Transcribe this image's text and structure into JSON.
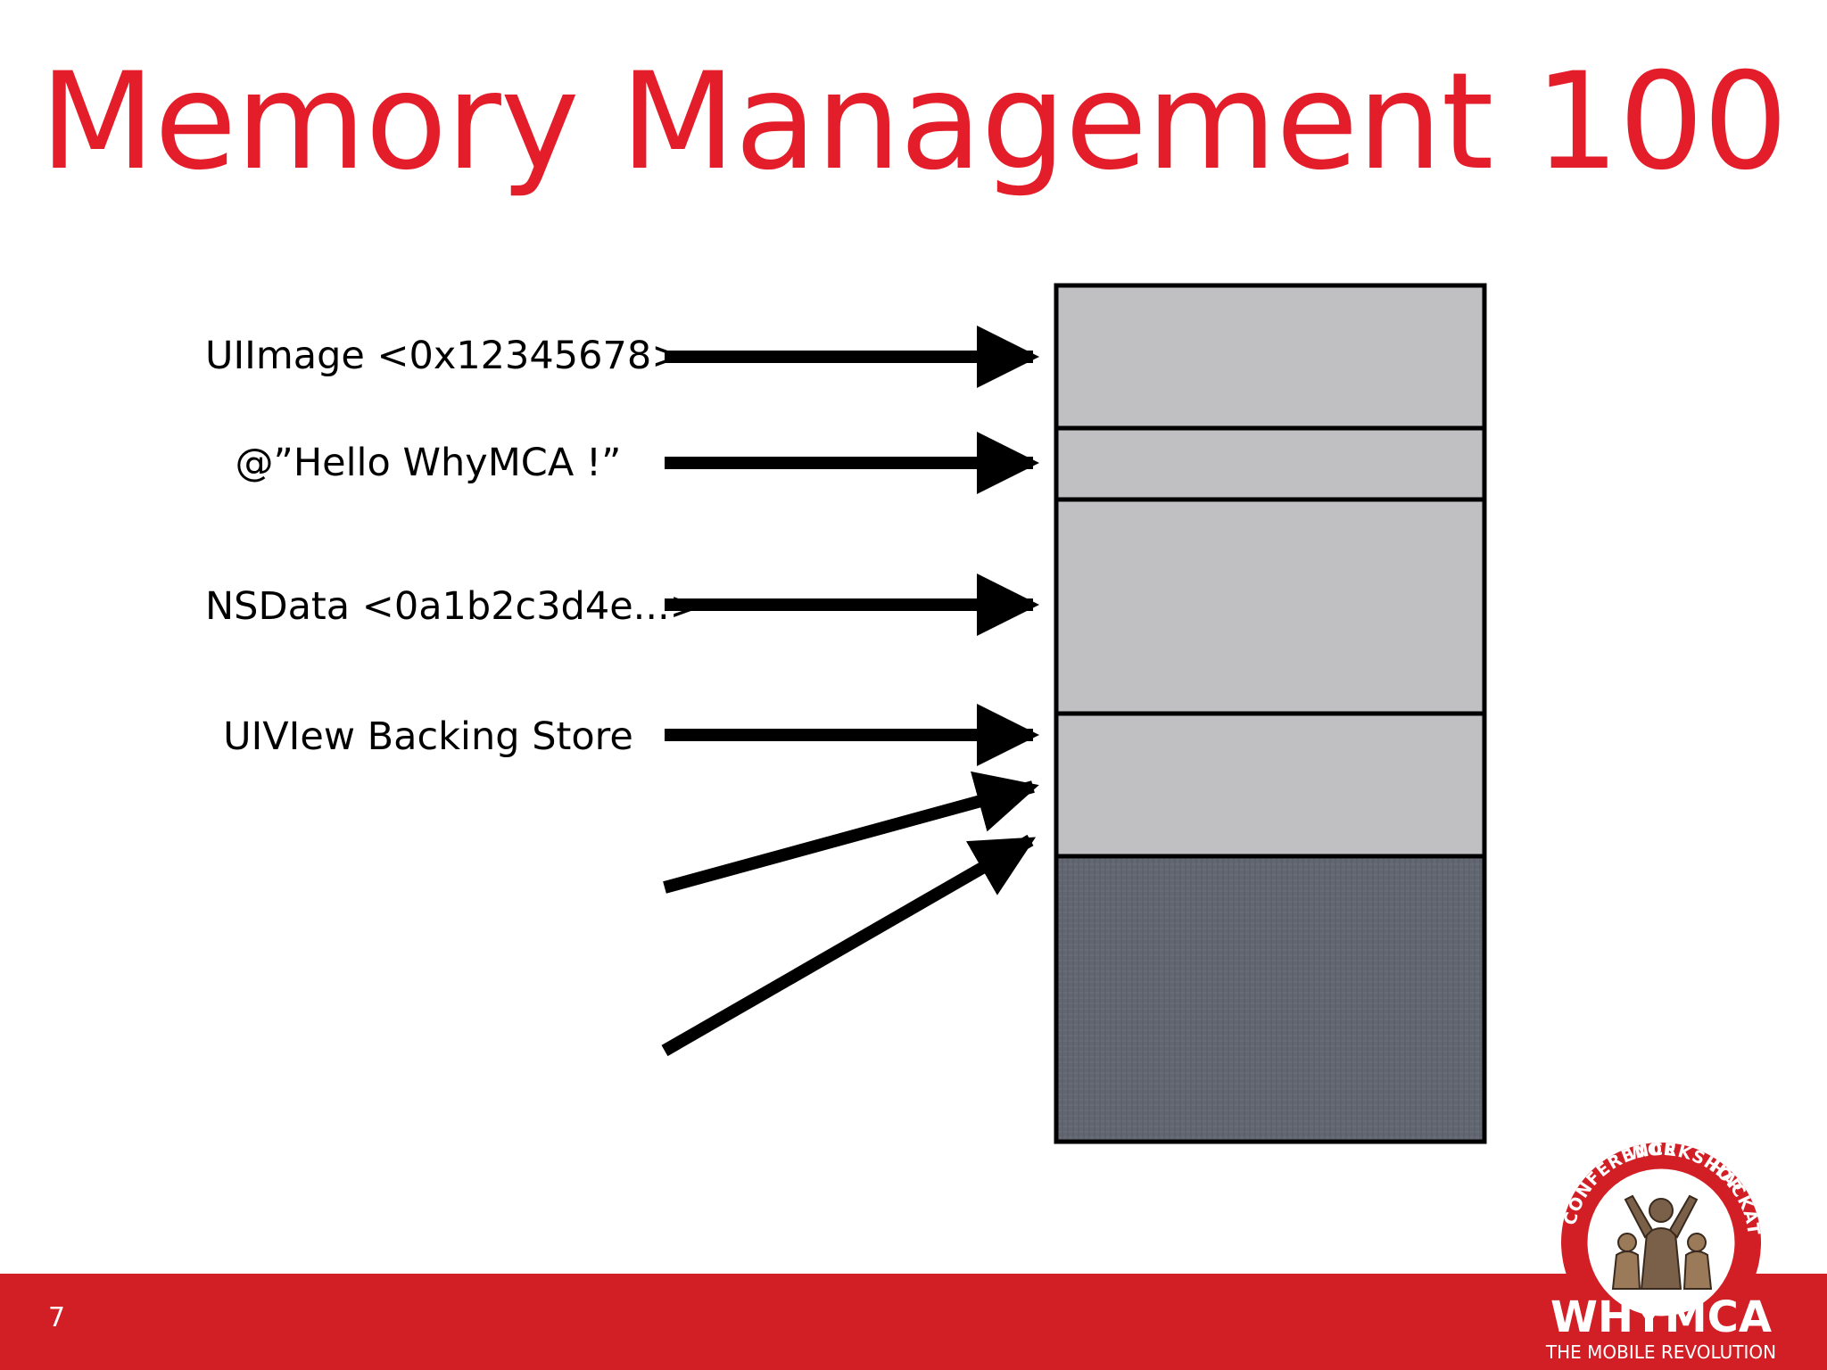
{
  "slide": {
    "title": "Memory Management 100",
    "page_number": "7"
  },
  "diagram": {
    "labels": [
      "UIImage <0x12345678>",
      "@”Hello WhyMCA !”",
      "NSData <0a1b2c3d4e...>",
      "UIVIew Backing Store"
    ],
    "memory_blocks": [
      "used",
      "used",
      "used",
      "used",
      "free"
    ]
  },
  "logo": {
    "ring_text_left": "CONFERENCE",
    "ring_text_top": "WORKSHOP",
    "ring_text_right": "HACKATHON",
    "brand": "WHYMCA",
    "tagline": "THE MOBILE REVOLUTION"
  },
  "colors": {
    "accent": "#e31e2a",
    "footer_bar": "#d21f25",
    "used_block": "#c0bfc2",
    "free_block": "#626670"
  }
}
